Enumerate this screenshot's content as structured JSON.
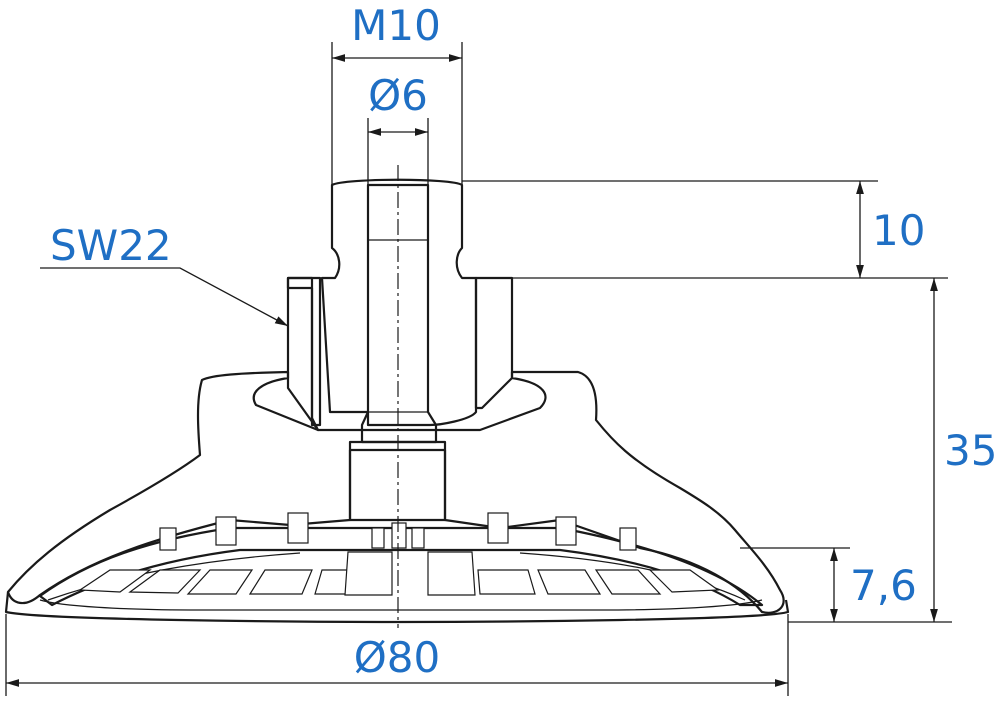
{
  "colors": {
    "dimension_text": "#1f6fc4",
    "outline": "#1a1a1a",
    "background": "#ffffff"
  },
  "dimensions": {
    "thread": "M10",
    "bore_diameter": "Ø6",
    "wrench_size": "SW22",
    "thread_length": "10",
    "total_height": "35",
    "lip_height": "7,6",
    "cup_diameter": "Ø80"
  }
}
